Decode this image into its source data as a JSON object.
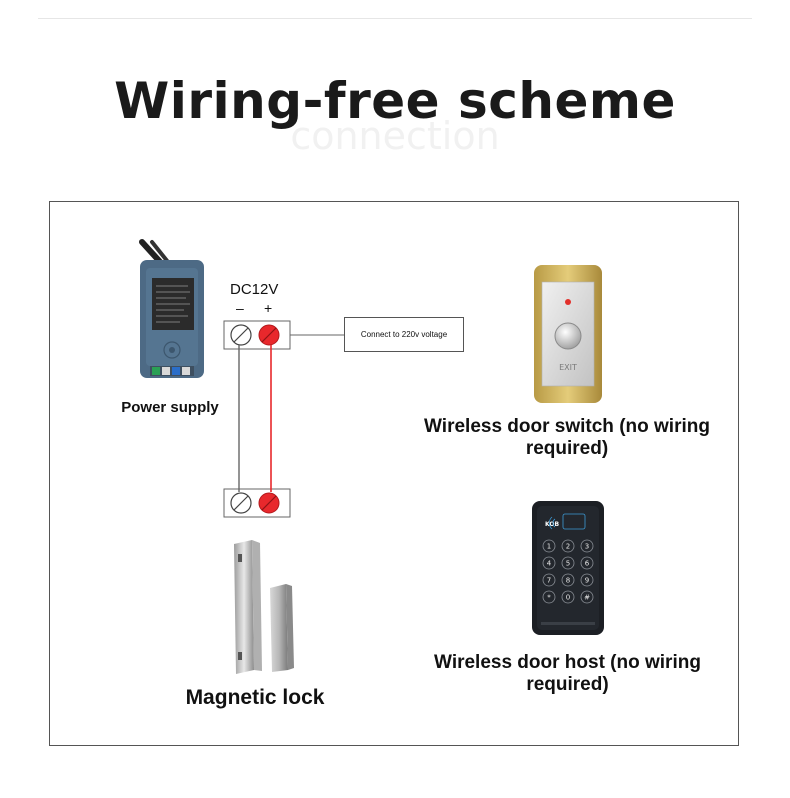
{
  "title": "Wiring-free scheme",
  "ghost_text": "connection",
  "labels": {
    "power_supply": "Power supply",
    "dc": "DC12V",
    "minus": "–",
    "plus": "+",
    "voltage_box": "Connect to 220v voltage",
    "switch": "Wireless door switch (no wiring required)",
    "host": "Wireless door host (no wiring required)",
    "lock": "Magnetic lock"
  },
  "device_text": {
    "exit": "EXIT",
    "brand": "KOB",
    "keypad": [
      "1",
      "2",
      "3",
      "4",
      "5",
      "6",
      "7",
      "8",
      "9",
      "*",
      "0",
      "#"
    ]
  },
  "colors": {
    "wire_red": "#e8282c",
    "wire_gray": "#666666",
    "switch_gold": "#d4b85c",
    "keypad_dark": "#1c1f24",
    "supply_blue": "#4d6a85"
  }
}
